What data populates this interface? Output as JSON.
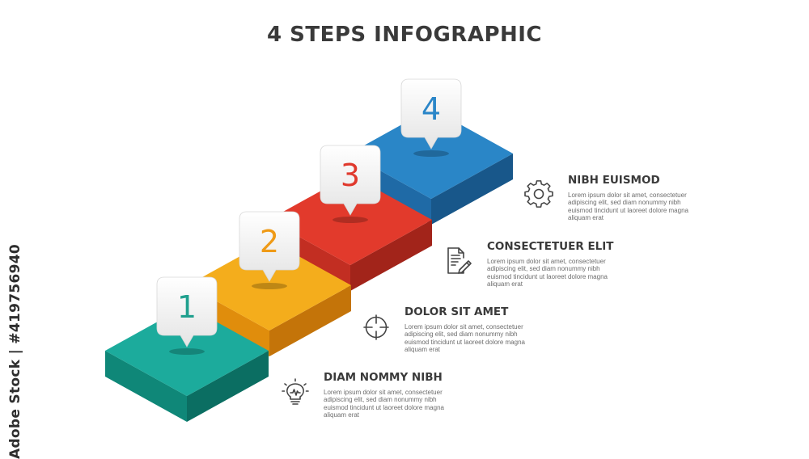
{
  "title": "4 STEPS INFOGRAPHIC",
  "steps": [
    {
      "number": "1",
      "heading": "DIAM NOMMY NIBH",
      "body": "Lorem ipsum dolor sit amet, consectetuer adipiscing elit, sed diam nonummy nibh euismod tincidunt ut laoreet dolore magna aliquam erat",
      "icon": "lightbulb-icon",
      "colors": {
        "top": "#1cab9c",
        "front": "#0f8778",
        "side": "#0b6e62",
        "num": "#20a08e"
      }
    },
    {
      "number": "2",
      "heading": "DOLOR SIT AMET",
      "body": "Lorem ipsum dolor sit amet, consectetuer adipiscing elit, sed diam nonummy nibh euismod tincidunt ut laoreet dolore magna aliquam erat",
      "icon": "target-icon",
      "colors": {
        "top": "#f4ad1c",
        "front": "#e08d0c",
        "side": "#c47409",
        "num": "#ef9a16"
      }
    },
    {
      "number": "3",
      "heading": "CONSECTETUER ELIT",
      "body": "Lorem ipsum dolor sit amet, consectetuer adipiscing elit, sed diam nonummy nibh euismod tincidunt ut laoreet dolore magna aliquam erat",
      "icon": "document-pen-icon",
      "colors": {
        "top": "#e23a2c",
        "front": "#c22e22",
        "side": "#a2241a",
        "num": "#e0392d"
      }
    },
    {
      "number": "4",
      "heading": "NIBH EUISMOD",
      "body": "Lorem ipsum dolor sit amet, consectetuer adipiscing elit, sed diam nonummy nibh euismod tincidunt ut laoreet dolore magna aliquam erat",
      "icon": "gear-icon",
      "colors": {
        "top": "#2a86c7",
        "front": "#1f6aa6",
        "side": "#18578a",
        "num": "#2b86c8"
      }
    }
  ],
  "stock_id": "Adobe Stock | #419756940"
}
